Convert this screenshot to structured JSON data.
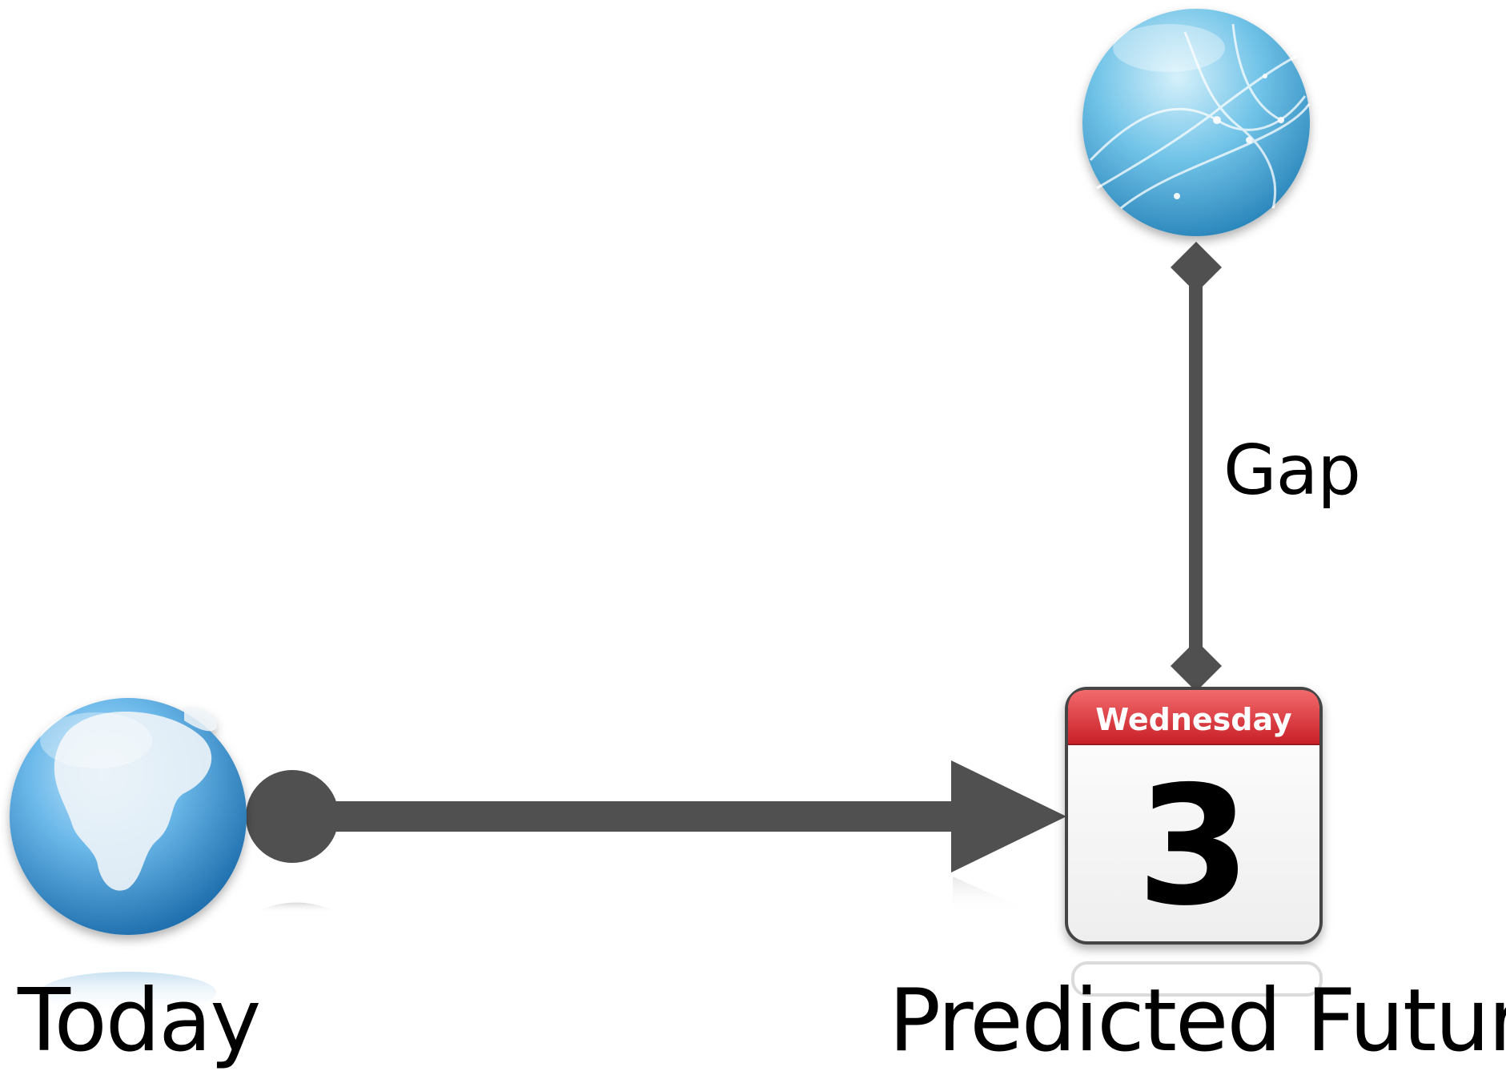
{
  "diagram": {
    "labels": {
      "today": "Today",
      "predicted_future": "Predicted Future",
      "gap": "Gap"
    },
    "calendar": {
      "weekday": "Wednesday",
      "day": "3"
    },
    "colors": {
      "connector": "#505050",
      "calendar_header": "#d8343a",
      "globe_blue": "#3f9fd6"
    },
    "icons": {
      "today_node": "earth-globe-icon",
      "future_node": "calendar-icon",
      "gap_node": "network-sphere-icon"
    }
  }
}
